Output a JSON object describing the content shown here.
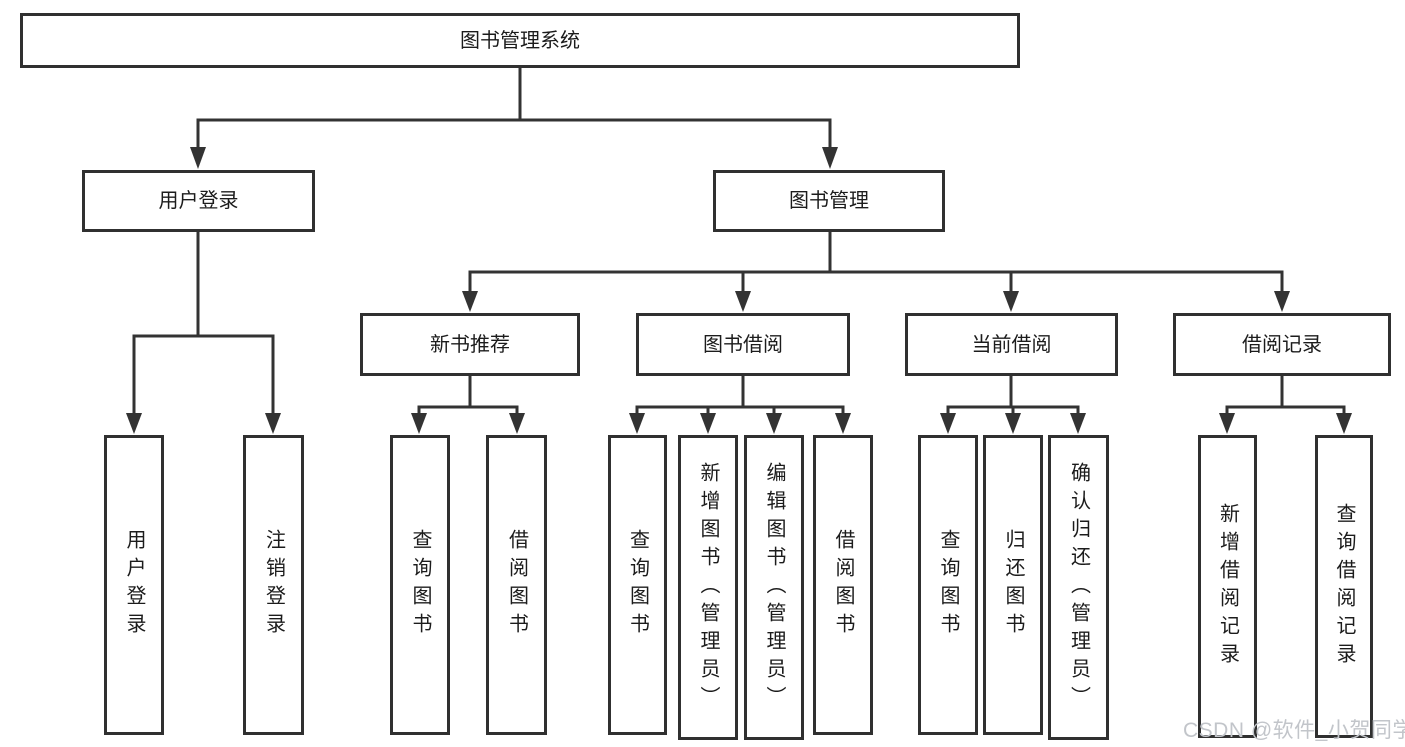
{
  "diagram": {
    "root": {
      "label": "图书管理系统",
      "children": [
        {
          "label": "用户登录",
          "children": [
            {
              "label": "用户登录"
            },
            {
              "label": "注销登录"
            }
          ]
        },
        {
          "label": "图书管理",
          "children": [
            {
              "label": "新书推荐",
              "children": [
                {
                  "label": "查询图书"
                },
                {
                  "label": "借阅图书"
                }
              ]
            },
            {
              "label": "图书借阅",
              "children": [
                {
                  "label": "查询图书"
                },
                {
                  "label": "新增图书（管理员）"
                },
                {
                  "label": "编辑图书（管理员）"
                },
                {
                  "label": "借阅图书"
                }
              ]
            },
            {
              "label": "当前借阅",
              "children": [
                {
                  "label": "查询图书"
                },
                {
                  "label": "归还图书"
                },
                {
                  "label": "确认归还（管理员）"
                }
              ]
            },
            {
              "label": "借阅记录",
              "children": [
                {
                  "label": "新增借阅记录"
                },
                {
                  "label": "查询借阅记录"
                }
              ]
            }
          ]
        }
      ]
    },
    "colors": {
      "line": "#333333",
      "border": "#303030",
      "text": "#1c1c1c",
      "watermark": "#c2c5ca"
    }
  },
  "watermark": {
    "text": "CSDN @软件_小贺同学"
  }
}
